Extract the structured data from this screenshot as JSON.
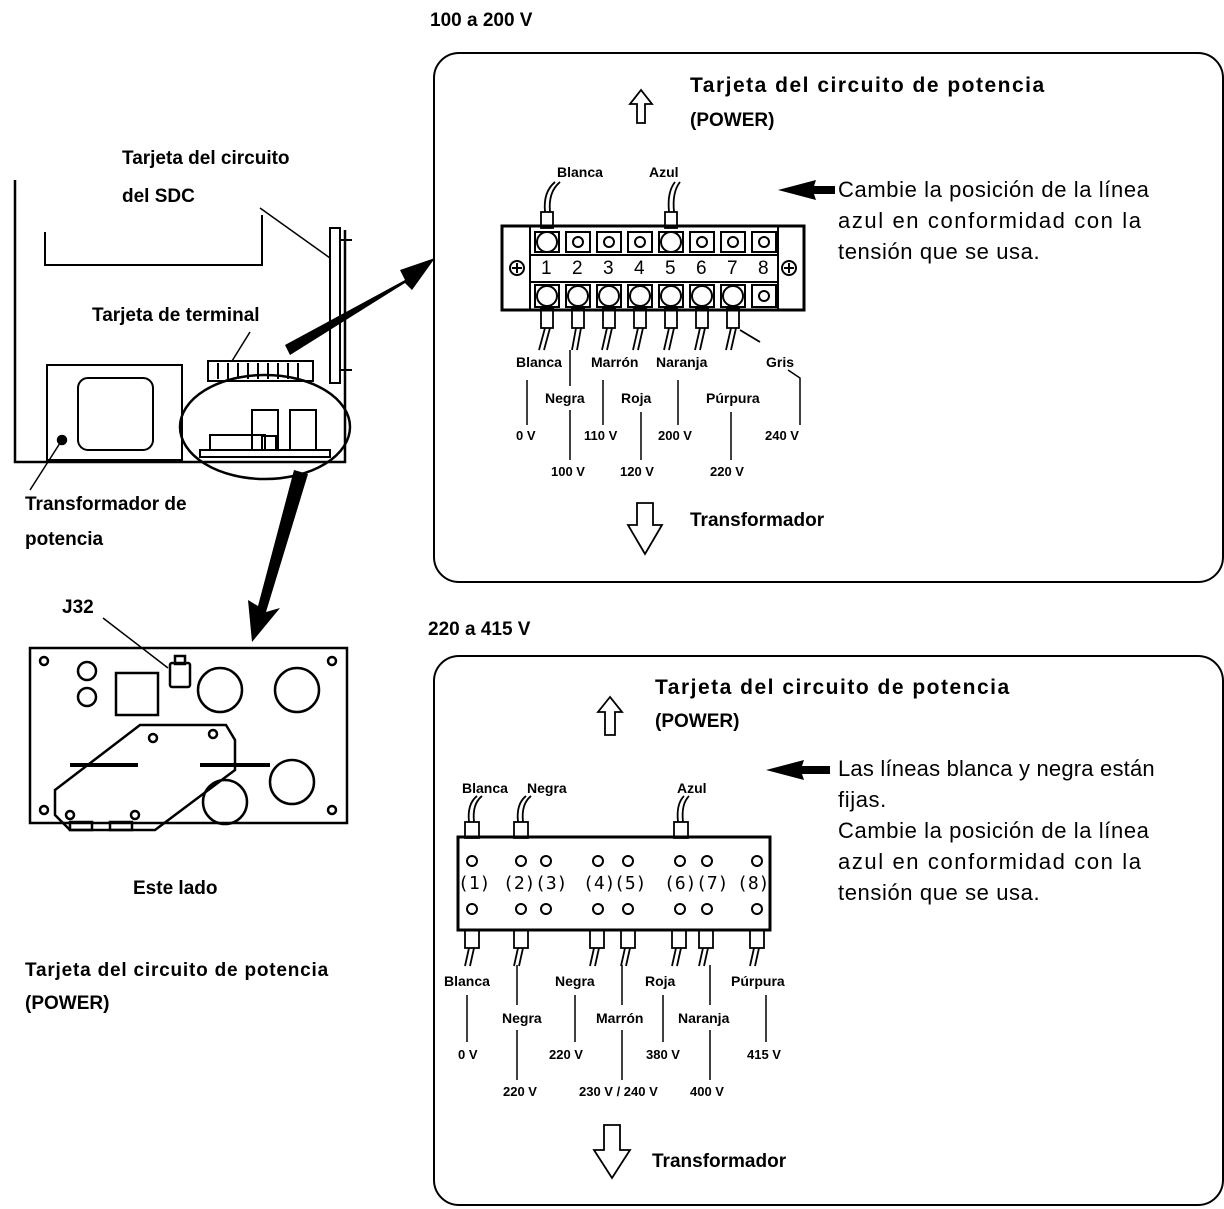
{
  "left": {
    "sdc_card_label": [
      "Tarjeta del circuito",
      "del SDC"
    ],
    "terminal_card_label": "Tarjeta de terminal",
    "transformer_label": [
      "Transformador de",
      "potencia"
    ],
    "j32_label": "J32",
    "este_lado_label": "Este lado",
    "power_card_label": [
      "Tarjeta del circuito de potencia",
      "(POWER)"
    ]
  },
  "panel_top": {
    "heading": "100 a 200 V",
    "card_title": [
      "Tarjeta del circuito de potencia",
      "(POWER)"
    ],
    "note": [
      "Cambie la posición de la línea",
      "azul en conformidad con la",
      "tensión que se usa."
    ],
    "top_wires": [
      "Blanca",
      "Azul"
    ],
    "terminal_numbers": [
      "1",
      "2",
      "3",
      "4",
      "5",
      "6",
      "7",
      "8"
    ],
    "bottom_wires": [
      "Blanca",
      "Negra",
      "Marrón",
      "Roja",
      "Naranja",
      "Púrpura",
      "Gris"
    ],
    "voltages": [
      "0 V",
      "100 V",
      "110 V",
      "120 V",
      "200 V",
      "220 V",
      "240 V"
    ],
    "transformer": "Transformador"
  },
  "panel_bottom": {
    "heading": "220 a 415 V",
    "card_title": [
      "Tarjeta del circuito de potencia",
      "(POWER)"
    ],
    "note": [
      "Las líneas blanca y negra están",
      "fijas.",
      "Cambie la posición de la línea",
      "azul en conformidad con la",
      "tensión que se usa."
    ],
    "top_wires": [
      "Blanca",
      "Negra",
      "Azul"
    ],
    "terminal_numbers": [
      "(1)",
      "(2)",
      "(3)",
      "(4)",
      "(5)",
      "(6)",
      "(7)",
      "(8)"
    ],
    "bottom_wires": [
      "Blanca",
      "Negra",
      "Negra",
      "Marrón",
      "Roja",
      "Naranja",
      "Púrpura"
    ],
    "voltages": [
      "0 V",
      "220 V",
      "220 V",
      "230 V / 240 V",
      "380 V",
      "400 V",
      "415 V"
    ],
    "transformer": "Transformador"
  }
}
